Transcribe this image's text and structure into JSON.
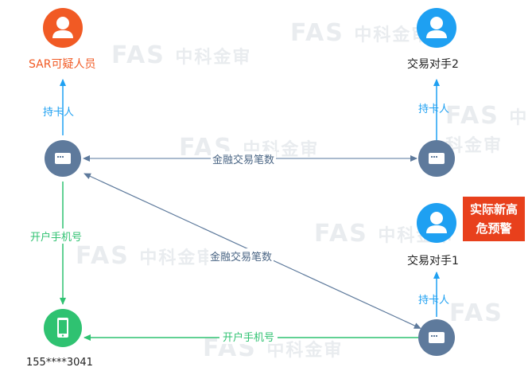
{
  "nodes": {
    "sar_person": "SAR可疑人员",
    "counterparty_2": "交易对手2",
    "counterparty_1": "交易对手1",
    "phone_number": "155****3041"
  },
  "edges": {
    "holder_sar": "持卡人",
    "holder_cp2": "持卡人",
    "holder_cp1": "持卡人",
    "txn_count_top": "金融交易笔数",
    "txn_count_diag": "金融交易笔数",
    "phone_left": "开户手机号",
    "phone_bottom": "开户手机号"
  },
  "alert": {
    "line1": "实际新高",
    "line2": "危预警"
  },
  "watermark": {
    "brand": "FAS",
    "cn": "中科金审"
  },
  "colors": {
    "sar": "#f15a24",
    "person": "#1ea0f2",
    "card": "#5e7a9c",
    "phone": "#2fc271",
    "alert": "#e8401c"
  }
}
